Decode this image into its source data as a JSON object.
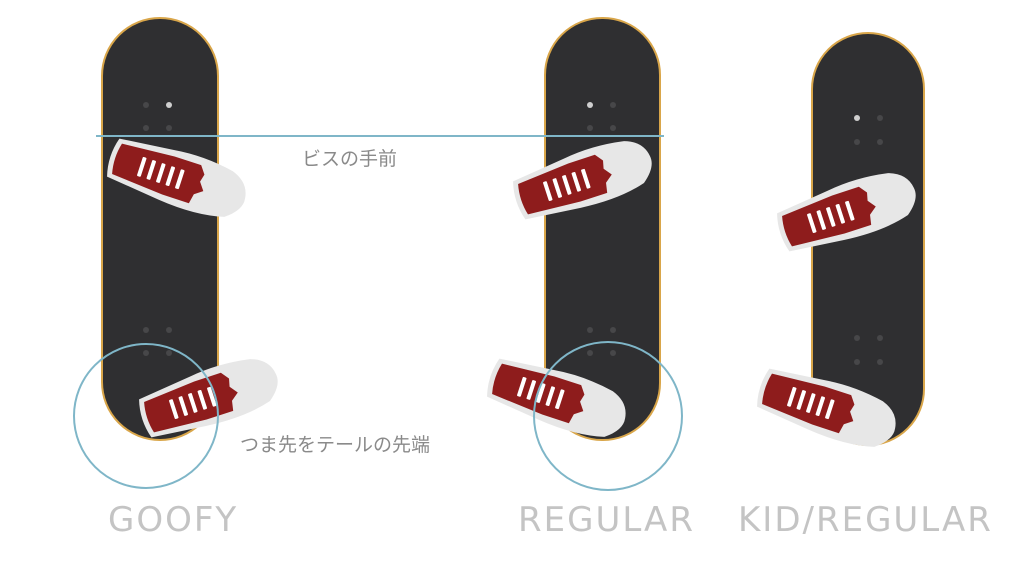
{
  "colors": {
    "deck": "#2f2f31",
    "deck_edge": "#d9a64a",
    "shoe_body": "#8e1c1c",
    "shoe_sole": "#e7e7e7",
    "guide_line": "#7fb6c8",
    "label_text": "#c4c4c4",
    "annotation_text": "#8a8a8a"
  },
  "annotations": {
    "bolt_front": "ビスの手前",
    "toe_on_tail": "つま先をテールの先端"
  },
  "stances": [
    {
      "label": "GOOFY"
    },
    {
      "label": "REGULAR"
    },
    {
      "label": "KID/REGULAR"
    }
  ]
}
